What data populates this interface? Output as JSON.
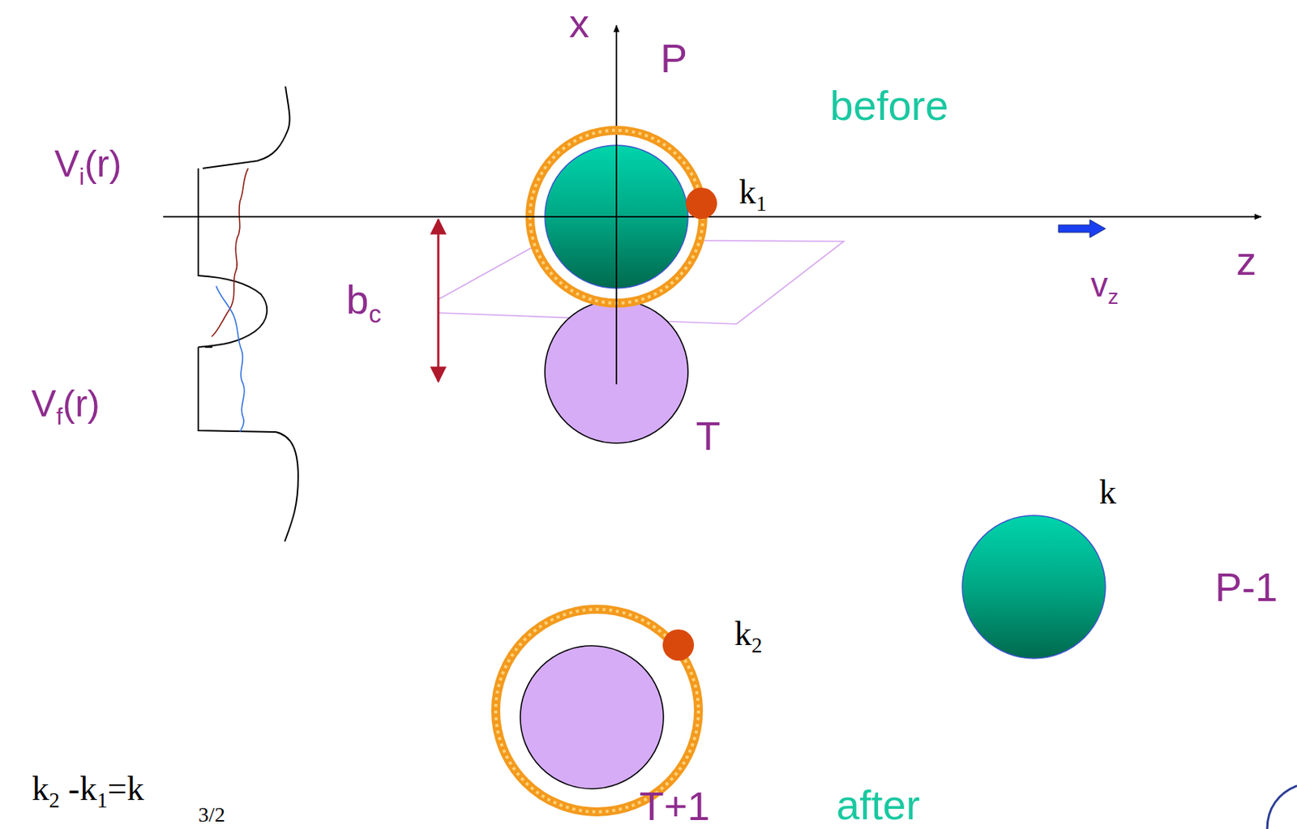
{
  "diagram": {
    "labels": [
      "x",
      "P",
      "before",
      "Vi(r)",
      "k1",
      "z",
      "bc",
      "vz",
      "Vf(r)",
      "T",
      "k",
      "P-1",
      "k2",
      "T+1",
      "after",
      "k2 -k1=k",
      "3/2"
    ]
  }
}
